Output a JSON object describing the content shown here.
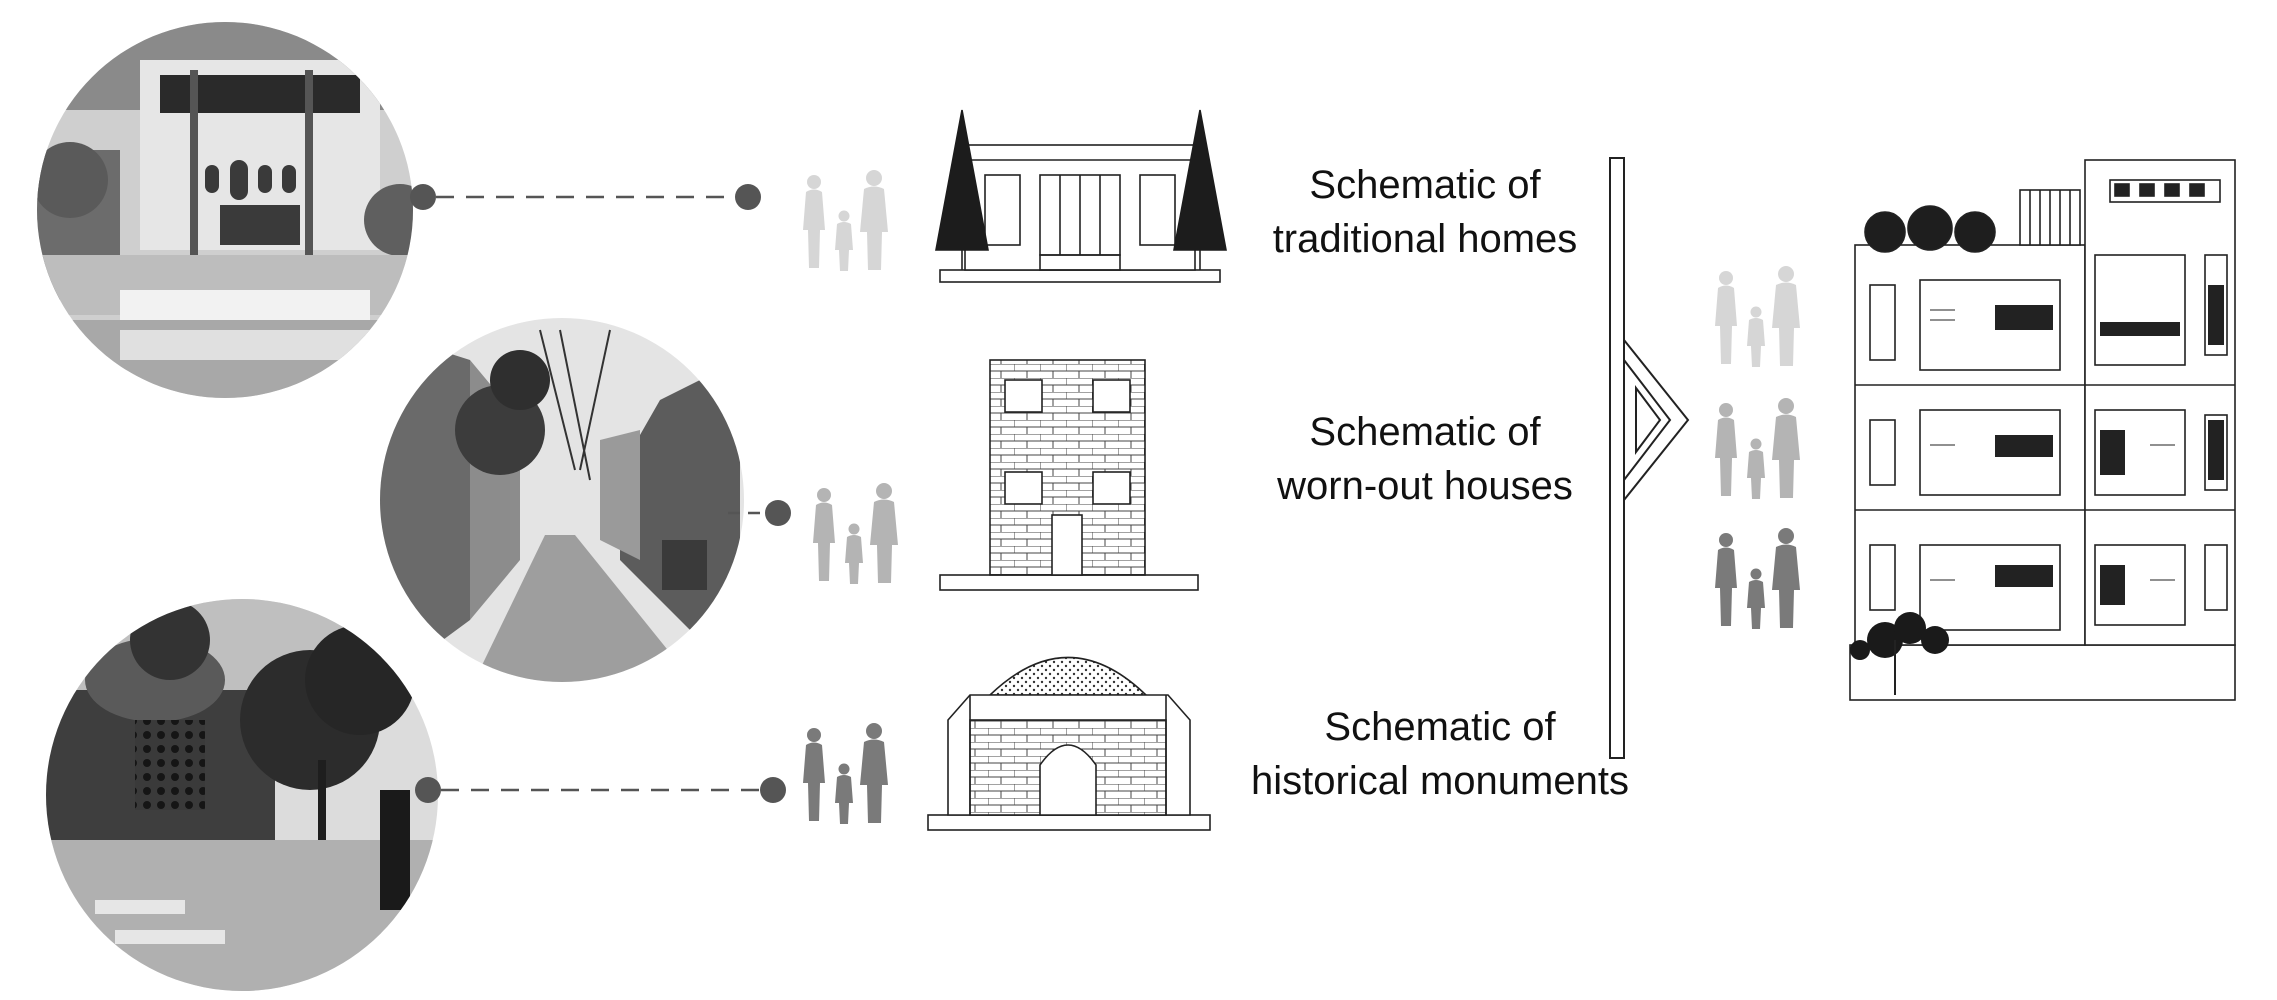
{
  "labels": {
    "traditional": {
      "line1": "Schematic of",
      "line2": "traditional homes"
    },
    "worn_out": {
      "line1": "Schematic of",
      "line2": "worn-out houses"
    },
    "historical": {
      "line1": "Schematic of",
      "line2": "historical monuments"
    }
  },
  "icons": {
    "photo_traditional": "traditional-house-photo",
    "photo_worn_out": "alley-photo",
    "photo_historical": "monument-photo",
    "family": "family-silhouette-icon",
    "merge_arrow": "merge-arrow-icon",
    "result_building": "apartment-building-elevation"
  },
  "colors": {
    "family_light": "#d6d6d6",
    "family_mid": "#b4b4b4",
    "family_dark": "#7a7a7a",
    "connector": "#555555",
    "line": "#222222"
  }
}
